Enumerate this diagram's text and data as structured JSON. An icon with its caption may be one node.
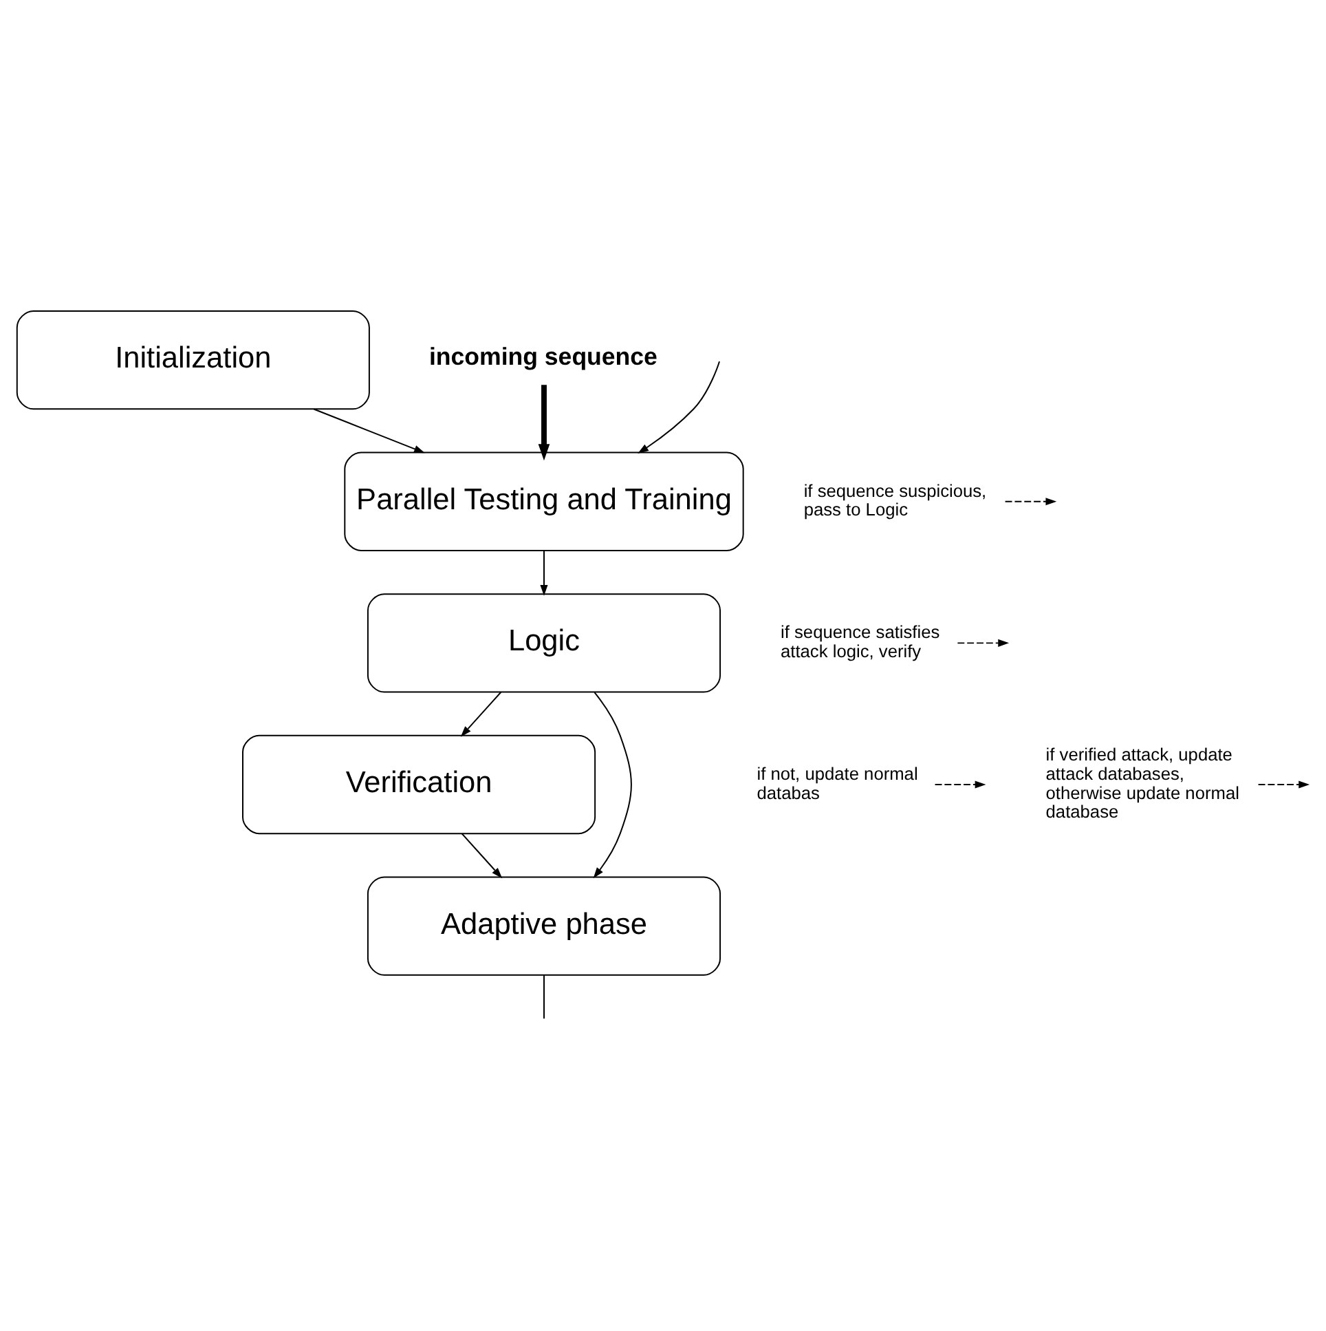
{
  "diagram": {
    "nodes": [
      {
        "text": [
          "Initialization"
        ]
      },
      {
        "text": [
          "Parallel Testing and Training"
        ]
      },
      {
        "text": [
          "Logic"
        ]
      },
      {
        "text": [
          "Verification"
        ]
      },
      {
        "text": [
          "Adaptive phase"
        ]
      },
      {
        "text": [
          "incoming sequence"
        ]
      },
      {
        "text": [
          "if sequence suspicious, pass to Logic"
        ]
      },
      {
        "text": [
          "if sequence satisfies attack logic, verify"
        ]
      },
      {
        "text": [
          "if not, update normal databas"
        ]
      },
      {
        "text": [
          "if verified attack, update attack databases, otherwise update normal database"
        ]
      }
    ],
    "edges": [
      {
        "from": 0,
        "to": 1,
        "arrow": "to"
      },
      {
        "from": 5,
        "to": 1,
        "arrow": "to",
        "style": "thick"
      },
      {
        "from": null,
        "to": 1,
        "arrow": "to"
      },
      {
        "from": 1,
        "to": 2,
        "arrow": "to"
      },
      {
        "from": 2,
        "to": 3,
        "arrow": "to"
      },
      {
        "from": 2,
        "to": 4,
        "arrow": "to"
      },
      {
        "from": 3,
        "to": 4,
        "arrow": "to"
      },
      {
        "from": 4,
        "to": null,
        "arrow": "none"
      },
      {
        "from": 6,
        "to": null,
        "arrow": "to",
        "style": "dashed"
      },
      {
        "from": 7,
        "to": null,
        "arrow": "to",
        "style": "dashed"
      },
      {
        "from": 8,
        "to": null,
        "arrow": "to",
        "style": "dashed"
      },
      {
        "from": 9,
        "to": null,
        "arrow": "to",
        "style": "dashed"
      }
    ]
  }
}
